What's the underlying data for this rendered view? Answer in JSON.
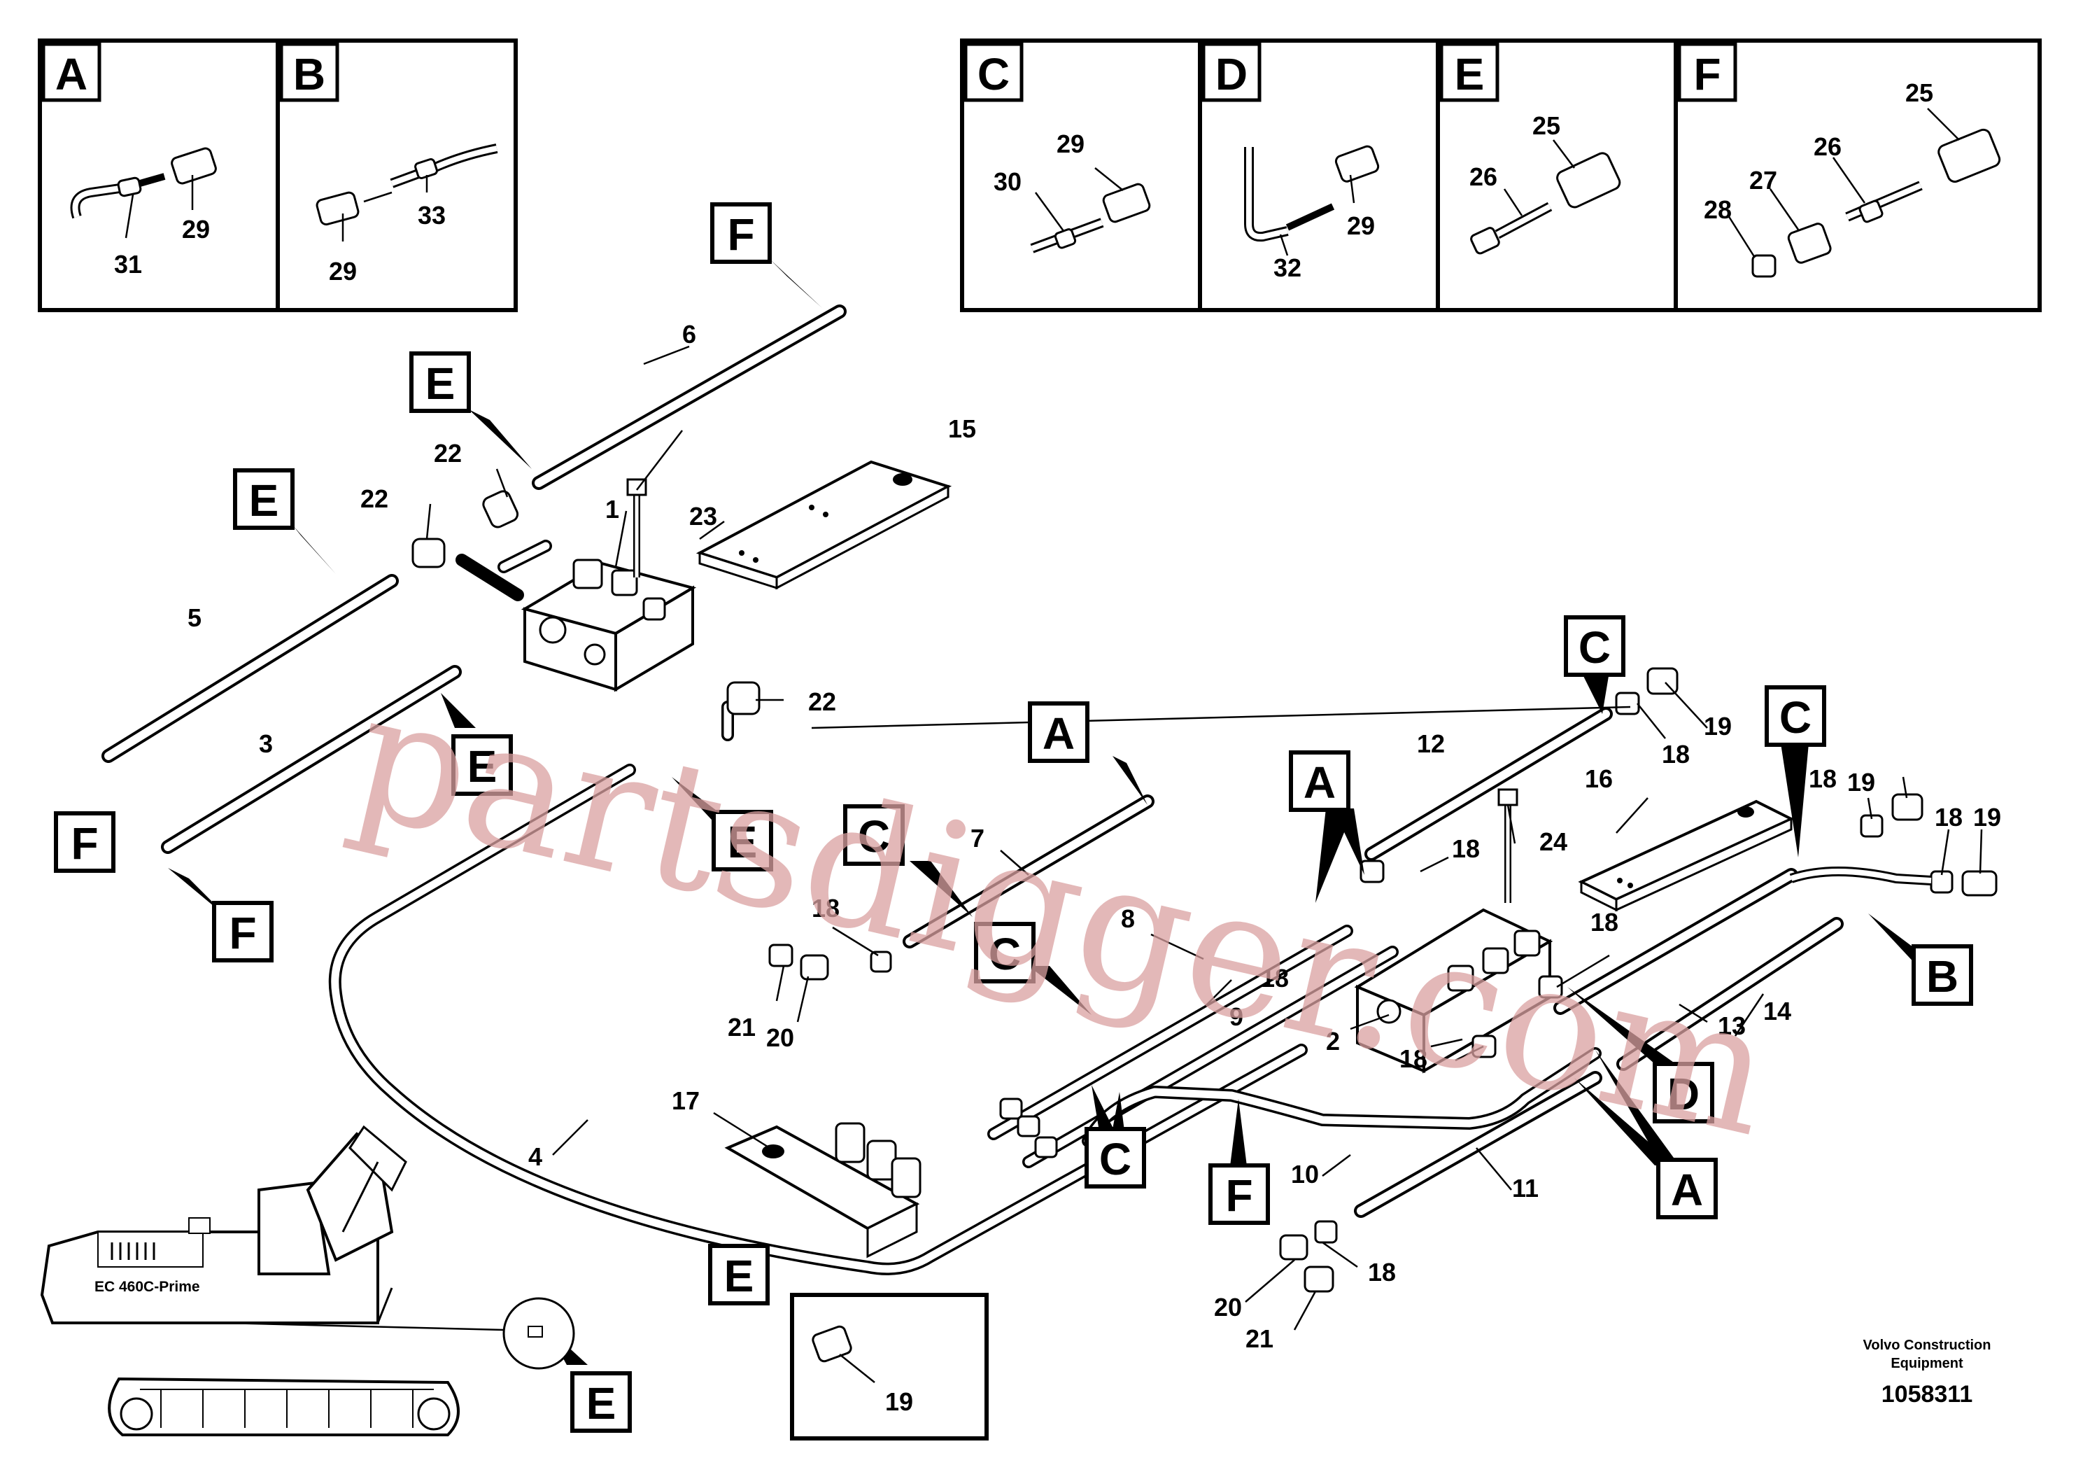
{
  "detail_boxes": [
    {
      "letter": "A",
      "parts": [
        "31",
        "29"
      ]
    },
    {
      "letter": "B",
      "parts": [
        "29",
        "33"
      ]
    },
    {
      "letter": "C",
      "parts": [
        "30",
        "29"
      ]
    },
    {
      "letter": "D",
      "parts": [
        "32",
        "29"
      ]
    },
    {
      "letter": "E",
      "parts": [
        "26",
        "25"
      ]
    },
    {
      "letter": "F",
      "parts": [
        "28",
        "27",
        "26",
        "25"
      ]
    }
  ],
  "tags": {
    "f1": "F",
    "e1": "E",
    "e2": "E",
    "e3": "E",
    "e4": "E",
    "f2": "F",
    "f3": "F",
    "a1": "A",
    "a2": "A",
    "a3": "A",
    "c1": "C",
    "c2": "C",
    "c3": "C",
    "c4": "C",
    "c5": "C",
    "b1": "B",
    "d1": "D",
    "f4": "F",
    "e5": "E",
    "e6": "E"
  },
  "callouts": {
    "n6": "6",
    "n15": "15",
    "n22a": "22",
    "n22b": "22",
    "n22c": "22",
    "n1": "1",
    "n23": "23",
    "n5": "5",
    "n3": "3",
    "n12": "12",
    "n19a": "19",
    "n18a": "18",
    "n16": "16",
    "n18b": "18",
    "n19b": "19",
    "n18c": "18",
    "n19c": "19",
    "n24": "24",
    "n18d": "18",
    "n7": "7",
    "n8": "8",
    "n18e": "18",
    "n18f": "18",
    "n9": "9",
    "n2": "2",
    "n18g": "18",
    "n21a": "21",
    "n20a": "20",
    "n13": "13",
    "n14": "14",
    "n17": "17",
    "n4": "4",
    "n10": "10",
    "n11": "11",
    "n20b": "20",
    "n18h": "18",
    "n21b": "21",
    "n19d": "19"
  },
  "inset": {
    "part": "19"
  },
  "machine_label": "EC 460C-Prime",
  "footer": {
    "company_line1": "Volvo Construction",
    "company_line2": "Equipment",
    "doc_number": "1058311"
  },
  "watermark": "partsdigger.com"
}
